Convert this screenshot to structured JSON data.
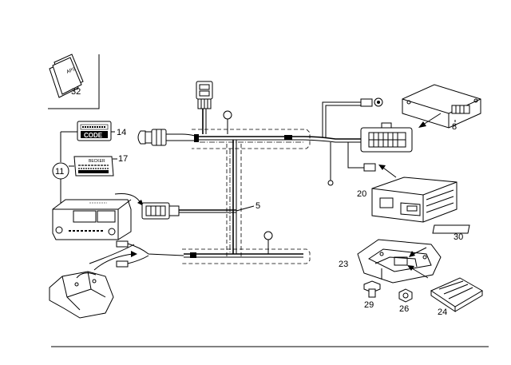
{
  "diagram": {
    "labels": {
      "p5": "5",
      "p8": "8",
      "p11": "11",
      "p14": "14",
      "p17": "17",
      "p20": "20",
      "p23": "23",
      "p24": "24",
      "p26": "26",
      "p29": "29",
      "p30": "30",
      "p32": "32"
    },
    "book_text": "APS",
    "code_card_text": "CODE",
    "sticker_text": "BECKER"
  }
}
